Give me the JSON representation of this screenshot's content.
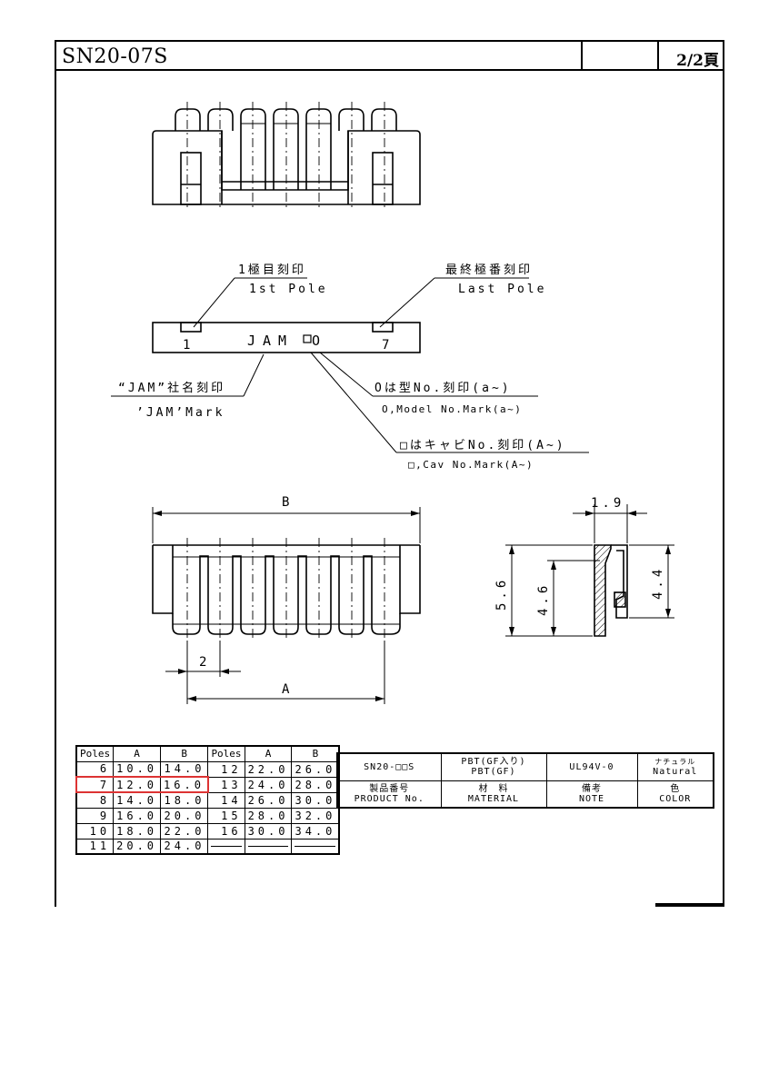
{
  "title": "SN20-07S",
  "page": "2/2頁",
  "labels": {
    "first_pole_jp": "1極目刻印",
    "first_pole_en": "1st Pole",
    "last_pole_jp": "最終極番刻印",
    "last_pole_en": "Last Pole",
    "jam_mark_jp": "“JAM”社名刻印",
    "jam_mark_en": "’JAM’Mark",
    "model_mark_jp": "Oは型No.刻印(a~)",
    "model_mark_en": "O,Model No.Mark(a~)",
    "cav_mark_jp": "□はキャビNo.刻印(A~)",
    "cav_mark_en": "□,Cav No.Mark(A~)",
    "pos_1": "1",
    "pos_7": "7",
    "jam_text": "JAM",
    "model_symbol": "□O"
  },
  "dimensions": {
    "B": "B",
    "A": "A",
    "pitch": "2",
    "thickness": "1.9",
    "height_total": "5.6",
    "height_inner": "4.6",
    "height_right": "4.4"
  },
  "pole_table": {
    "headers": [
      "Poles",
      "A",
      "B",
      "Poles",
      "A",
      "B"
    ],
    "rows": [
      [
        "6",
        "10.0",
        "14.0",
        "12",
        "22.0",
        "26.0"
      ],
      [
        "7",
        "12.0",
        "16.0",
        "13",
        "24.0",
        "28.0"
      ],
      [
        "8",
        "14.0",
        "18.0",
        "14",
        "26.0",
        "30.0"
      ],
      [
        "9",
        "16.0",
        "20.0",
        "15",
        "28.0",
        "32.0"
      ],
      [
        "10",
        "18.0",
        "22.0",
        "16",
        "30.0",
        "34.0"
      ],
      [
        "11",
        "20.0",
        "24.0",
        "",
        "",
        ""
      ]
    ],
    "highlight_row": 1
  },
  "material_table": {
    "product_no": "SN20-□□S",
    "material_value_1": "PBT(GF入り)",
    "material_value_2": "PBT(GF)",
    "note_value": "UL94V-0",
    "color_value_jp": "ナチュラル",
    "color_value_en": "Natural",
    "product_label_jp": "製品番号",
    "product_label_en": "PRODUCT No.",
    "material_label_jp": "材　料",
    "material_label_en": "MATERIAL",
    "note_label_jp": "備考",
    "note_label_en": "NOTE",
    "color_label_jp": "色",
    "color_label_en": "COLOR"
  },
  "colors": {
    "line": "#000000",
    "highlight": "#dd3333"
  }
}
